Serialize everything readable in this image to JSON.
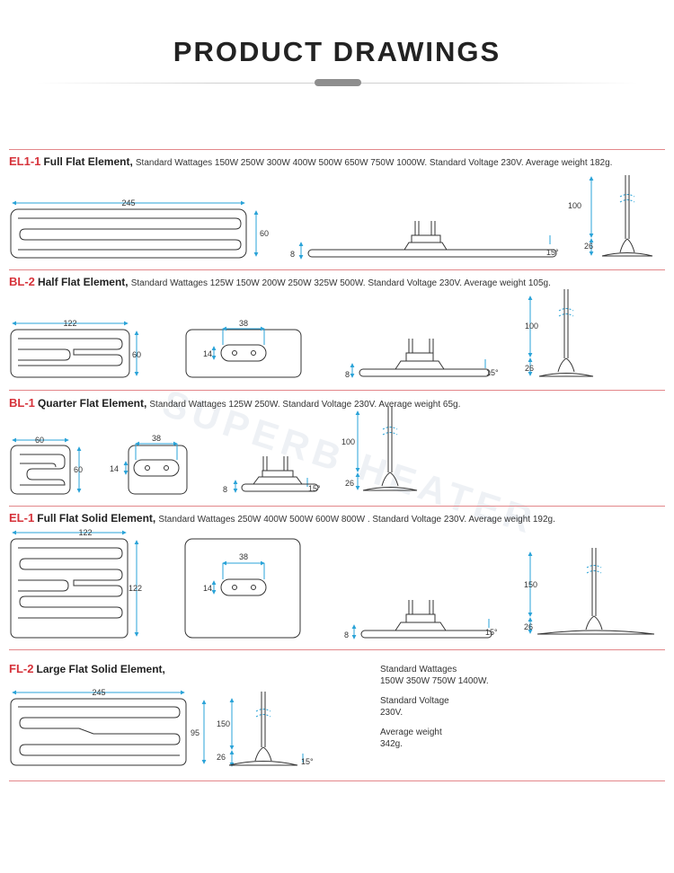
{
  "title": "PRODUCT DRAWINGS",
  "watermark": "SUPERB HEATER",
  "sections": [
    {
      "code": "EL1-1",
      "name": "Full Flat Element,",
      "spec": "Standard Wattages 150W   250W   300W   400W   500W   650W   750W   1000W.  Standard Voltage 230V.  Average weight 182g.",
      "dims": {
        "width": "245",
        "height": "60",
        "thickness": "8",
        "angle": "15°",
        "pin_height": "100",
        "base": "26"
      }
    },
    {
      "code": "BL-2",
      "name": "Half Flat Element,",
      "spec": "Standard Wattages 125W   150W   200W   250W   325W   500W.  Standard Voltage 230V.  Average weight 105g.",
      "dims": {
        "width": "122",
        "height": "60",
        "socket_width": "38",
        "socket_height": "14",
        "thickness": "8",
        "angle": "15°",
        "pin_height": "100",
        "base": "26"
      }
    },
    {
      "code": "BL-1",
      "name": "Quarter Flat Element,",
      "spec": "Standard Wattages 125W   250W.   Standard Voltage 230V.   Average  weight 65g.",
      "dims": {
        "width": "60",
        "height": "60",
        "socket_width": "38",
        "socket_height": "14",
        "thickness": "8",
        "angle": "15°",
        "pin_height": "100",
        "base": "26"
      }
    },
    {
      "code": "EL-1",
      "name": "Full Flat Solid Element,",
      "spec": "Standard Wattages 250W   400W   500W   600W   800W  .  Standard Voltage 230V.  Average weight 192g.",
      "dims": {
        "width": "122",
        "height": "122",
        "socket_width": "38",
        "socket_height": "14",
        "thickness": "8",
        "angle": "15°",
        "pin_height": "150",
        "base": "26"
      }
    },
    {
      "code": "FL-2",
      "name": "Large Flat Solid Element,",
      "dims": {
        "width": "245",
        "height": "95",
        "pin_height": "150",
        "base": "26",
        "angle": "15°"
      },
      "spec_block": {
        "wattage_label": "Standard Wattages",
        "wattage_values": "150W   350W   750W   1400W.",
        "voltage_label": "Standard Voltage",
        "voltage_value": "230V.",
        "weight_label": "Average weight",
        "weight_value": "342g."
      }
    }
  ],
  "colors": {
    "accent": "#d6323a",
    "dimension": "#2aa3d8",
    "rule": "#e3878a",
    "outline": "#333333"
  }
}
